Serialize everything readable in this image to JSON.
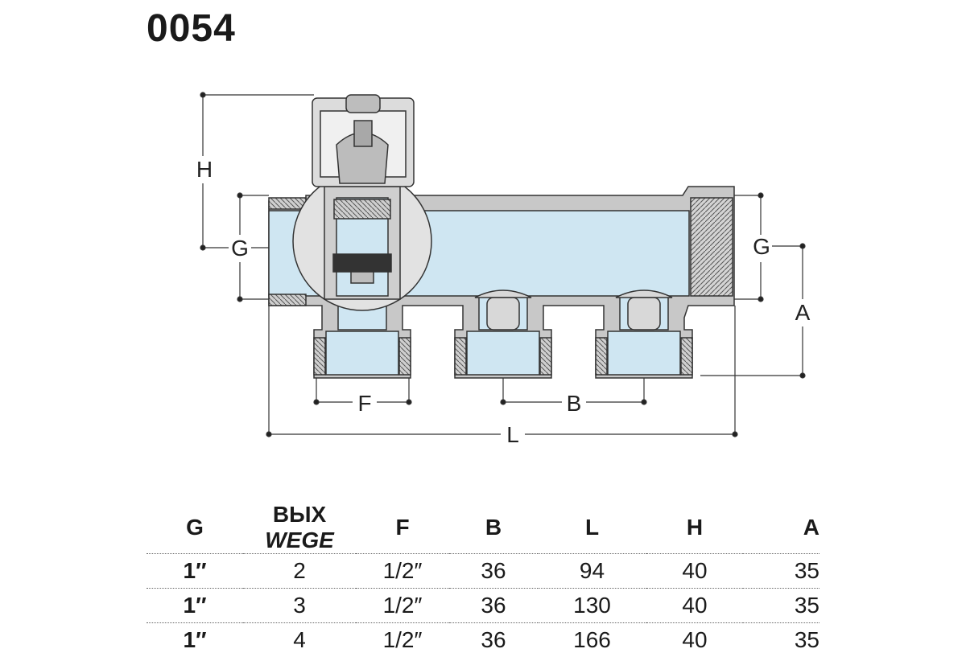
{
  "title": "0054",
  "dimensions": {
    "H": "H",
    "G_left": "G",
    "G_right": "G",
    "A": "A",
    "F": "F",
    "B": "B",
    "L": "L"
  },
  "table": {
    "headers": {
      "G": "G",
      "outlets_ru": "ВЫХ",
      "outlets_de": "WEGE",
      "F": "F",
      "B": "B",
      "L": "L",
      "H": "H",
      "A": "A"
    },
    "rows": [
      {
        "G": "1″",
        "outlets": "2",
        "F": "1/2″",
        "B": "36",
        "L": "94",
        "H": "40",
        "A": "35"
      },
      {
        "G": "1″",
        "outlets": "3",
        "F": "1/2″",
        "B": "36",
        "L": "130",
        "H": "40",
        "A": "35"
      },
      {
        "G": "1″",
        "outlets": "4",
        "F": "1/2″",
        "B": "36",
        "L": "166",
        "H": "40",
        "A": "35"
      }
    ]
  },
  "colors": {
    "body_gray": "#c8c8c8",
    "cut_blue": "#cfe6f2",
    "line": "#333333"
  }
}
